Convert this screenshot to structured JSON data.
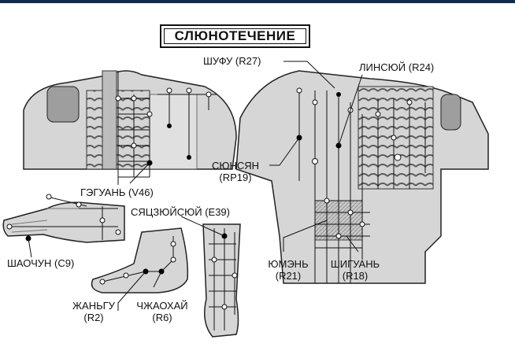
{
  "title": "СЛЮНОТЕЧЕНИЕ",
  "colors": {
    "header_bar": "#0c2d53",
    "ink": "#111111",
    "skin": "#d9d9d9",
    "shade": "#9a9a9a",
    "point_open": "#ffffff",
    "point_filled": "#000000"
  },
  "labels": {
    "shufu": "ШУФУ (R27)",
    "linsyuy": "ЛИНСЮЙ (R24)",
    "syunsyan_name": "СЮНСЯН",
    "syunsyan_code": "(RP19)",
    "geguan_name": "ГЭГУАНЬ (V46)",
    "syatszyuysyuy": "СЯЦЗЮЙСЮЙ (E39)",
    "shaochun": "ШАОЧУН (С9)",
    "yumen_name": "ЮМЭНЬ",
    "yumen_code": "(R21)",
    "shiguan_name": "ШИГУАНЬ",
    "shiguan_code": "(R18)",
    "zhangu_name": "ЖАНЬГУ",
    "zhangu_code": "(R2)",
    "zhzhaohai_name": "ЧЖАОХАЙ",
    "zhzhaohai_code": "(R6)"
  }
}
